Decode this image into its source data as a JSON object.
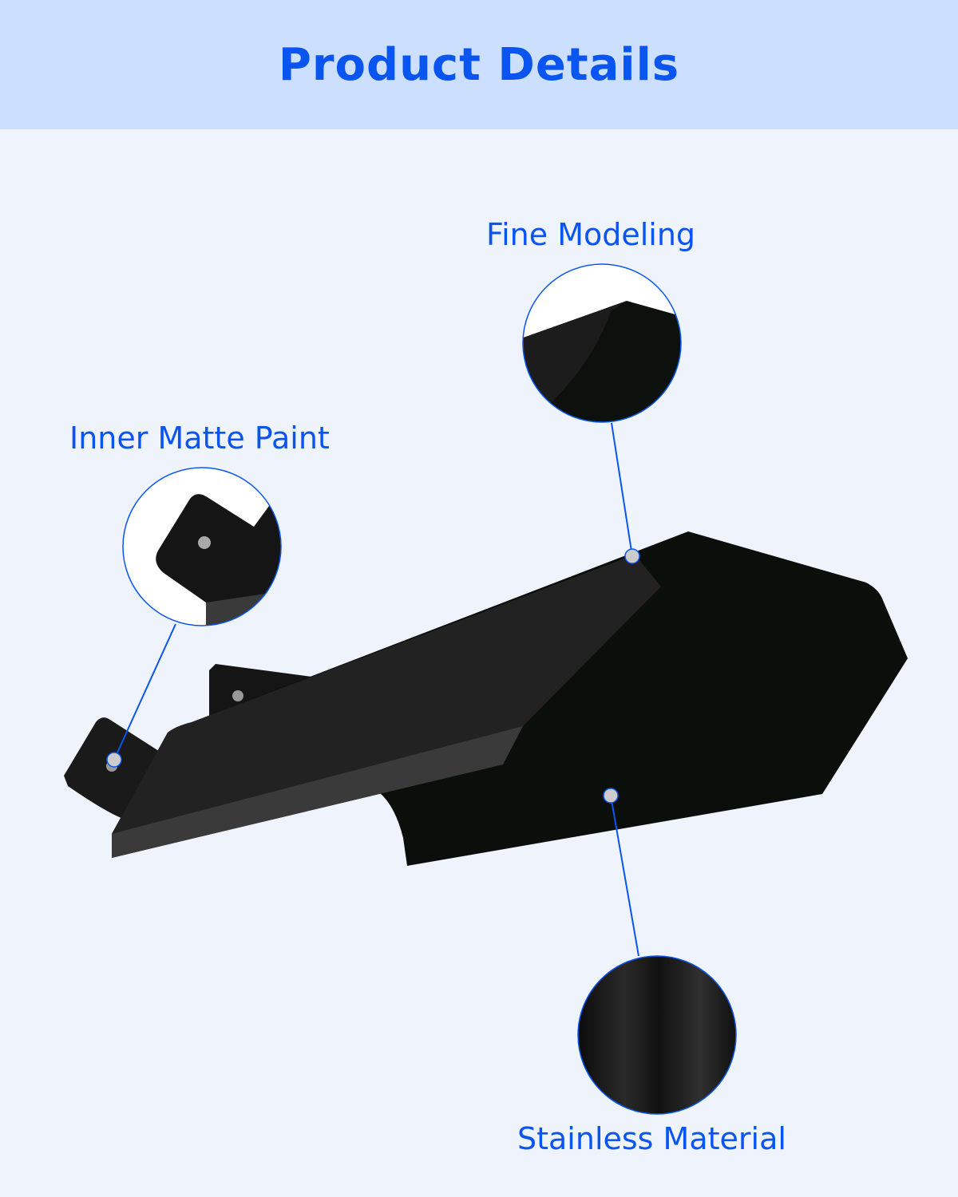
{
  "header": {
    "title": "Product Details"
  },
  "callouts": [
    {
      "label": "Fine Modeling"
    },
    {
      "label": "Inner Matte Paint"
    },
    {
      "label": "Stainless Material"
    }
  ],
  "colors": {
    "accent": "#0a55f0",
    "header_bg": "#cddffe",
    "page_bg": "#eff3fb",
    "product": "#0b0f0b"
  }
}
